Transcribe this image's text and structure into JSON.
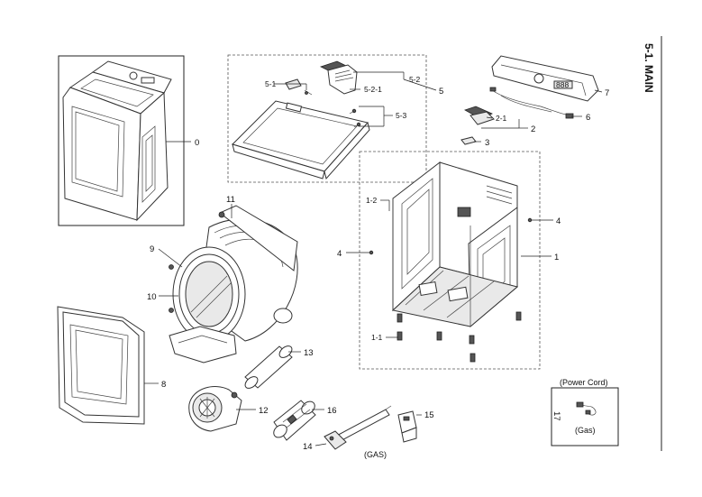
{
  "section_title": "5-1. MAIN",
  "callouts": {
    "c0": "0",
    "c1": "1",
    "c1_1": "1-1",
    "c1_2": "1-2",
    "c2": "2",
    "c2_1": "2-1",
    "c3": "3",
    "c4_left": "4",
    "c4_right": "4",
    "c5": "5",
    "c5_1": "5-1",
    "c5_2": "5-2",
    "c5_2_1": "5-2-1",
    "c5_3": "5-3",
    "c6": "6",
    "c7": "7",
    "c8": "8",
    "c9": "9",
    "c10": "10",
    "c11": "11",
    "c12": "12",
    "c13": "13",
    "c14": "14",
    "c15": "15",
    "c16": "16",
    "c17": "17"
  },
  "notes": {
    "gas_label": "(GAS)",
    "power_cord_label": "(Power Cord)",
    "power_cord_gas_label": "(Gas)"
  }
}
